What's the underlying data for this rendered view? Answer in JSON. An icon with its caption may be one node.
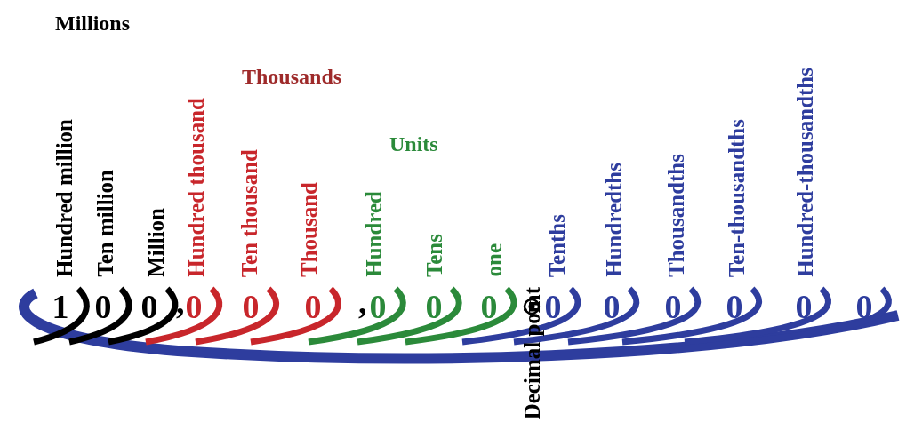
{
  "diagram": {
    "labels": [
      "Millions",
      "Thousands",
      "Units",
      "Hundred million",
      "Ten million",
      "Million",
      "Hundred thousand",
      "Ten thousand",
      "Thousand",
      "Hundred",
      "Tens",
      "one",
      "Decimal point",
      "Tenths",
      "Hundredths",
      "Thousandths",
      "Ten-thousandths",
      "Hundred-thousandths",
      "1",
      "0",
      "0",
      ",",
      "0",
      "0",
      "0",
      ",",
      "0",
      "0",
      "0",
      "0",
      "0",
      "0",
      "0",
      "0",
      "0"
    ]
  }
}
